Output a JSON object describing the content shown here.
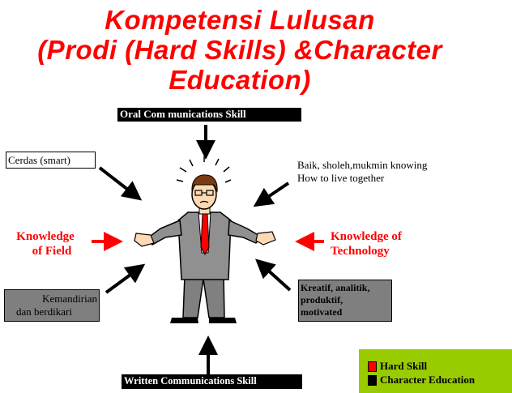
{
  "title": {
    "line1": "Kompetensi Lulusan",
    "line2": "(Prodi (Hard Skills) &Character",
    "line3": "Education)"
  },
  "nodes": {
    "oral": "Oral Com munications Skill",
    "cerdas": "Cerdas (smart)",
    "baik_line1": "Baik, sholeh,mukmin  knowing",
    "baik_line2": "How to live together",
    "field_line1": "Knowledge",
    "field_line2": "of Field",
    "tech_line1": "Knowledge of",
    "tech_line2": "Technology",
    "mandiri_line1": "Kemandirian",
    "mandiri_line2": "dan berdikari",
    "kreatif_line1": "Kreatif, analitik,",
    "kreatif_line2": "produktif,",
    "kreatif_line3": "motivated",
    "written": "Written Communications Skill"
  },
  "legend": {
    "items": [
      {
        "label": "Hard Skill",
        "color": "#ff0000"
      },
      {
        "label": "Character Education",
        "color": "#000000"
      }
    ]
  },
  "colors": {
    "title": "#ff0000",
    "hard_skill": "#ff0000",
    "character": "#000000",
    "legend_bg": "#99cc00",
    "gray_box": "#7f7f7f"
  }
}
